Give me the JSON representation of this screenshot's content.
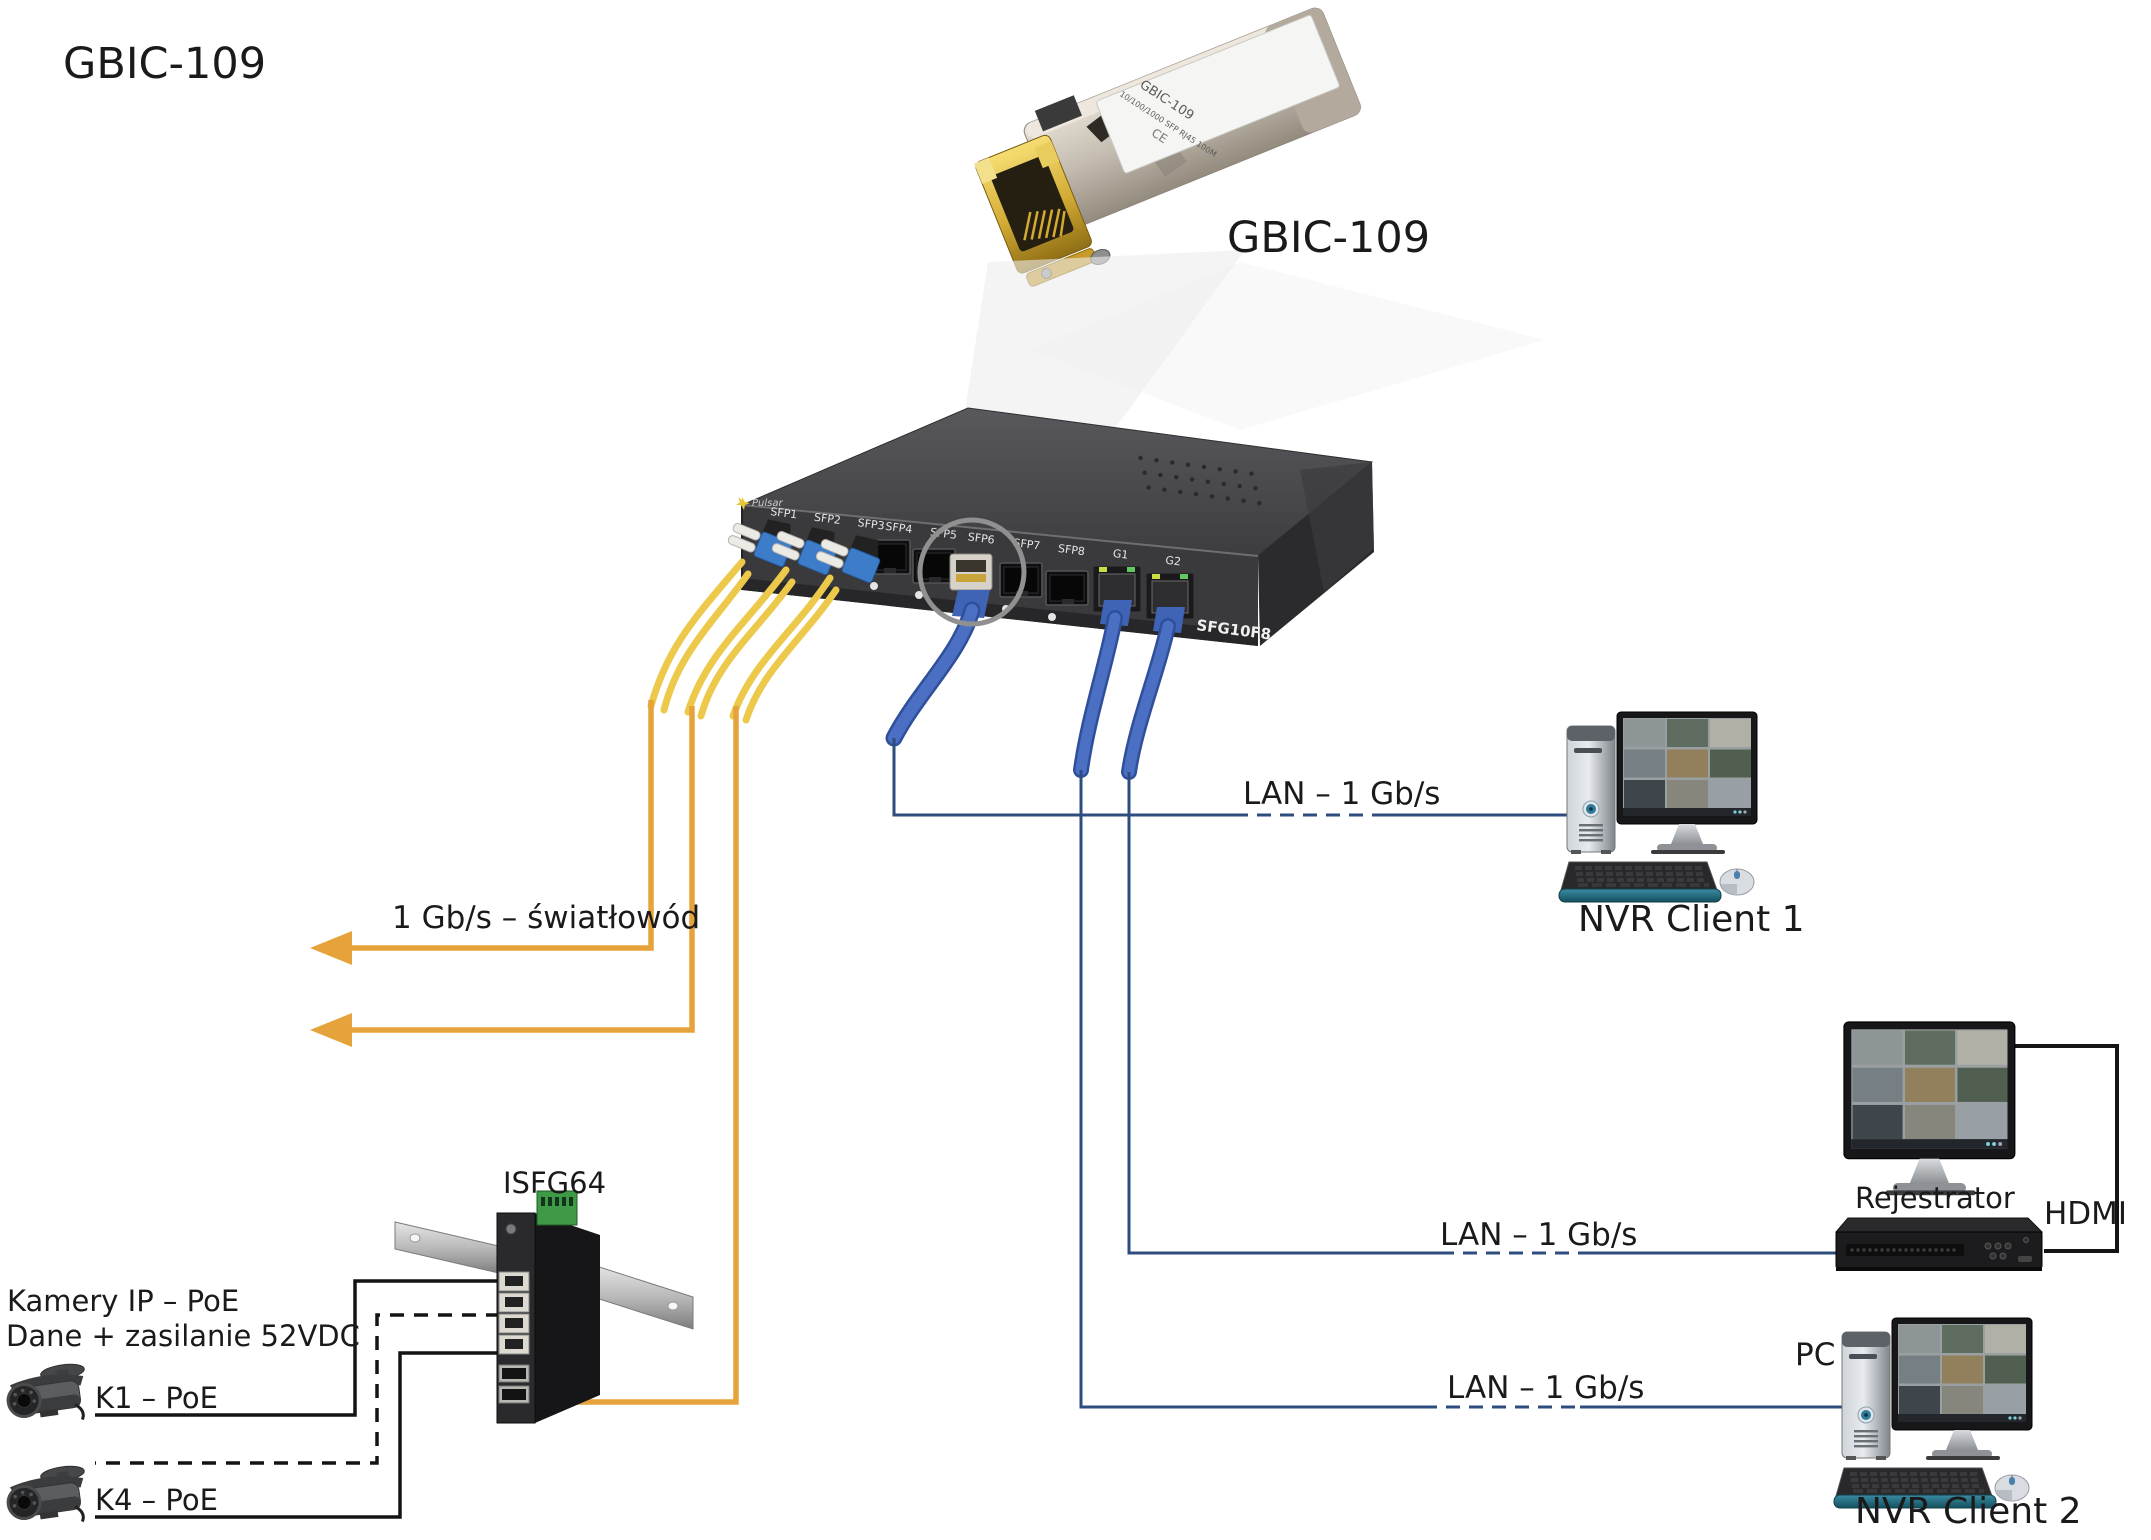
{
  "title": "GBIC-109",
  "module": {
    "callout": "GBIC-109",
    "print_line1": "GBIC-109",
    "print_line2": "10/100/1000 SFP RJ45 100M",
    "print_ce": "CE"
  },
  "main_switch": {
    "brand": "Pulsar",
    "model": "SFG10F8",
    "sfp_ports": [
      "SFP1",
      "SFP2",
      "SFP3",
      "SFP4",
      "SFP5",
      "SFP6",
      "SFP7",
      "SFP8"
    ],
    "lan_ports": [
      "G1",
      "G2"
    ]
  },
  "labels": {
    "fiber": "1 Gb/s – światłowód",
    "lan1": "LAN – 1 Gb/s",
    "lan2": "LAN – 1 Gb/s",
    "lan3": "LAN – 1 Gb/s",
    "hdmi": "HDMI",
    "pc": "PC"
  },
  "devices": {
    "nvr_client1": "NVR Client 1",
    "rejestrator": "Rejestrator",
    "nvr_client2": "NVR Client 2",
    "poe_switch": "ISFG64"
  },
  "cameras": {
    "heading1": "Kamery IP – PoE",
    "heading2": "Dane + zasilanie 52VDC",
    "k1": "K1 – PoE",
    "k4": "K4 – PoE"
  },
  "colors": {
    "fiber_yellow": "#EDC94B",
    "fiber_route_orange": "#E7A33B",
    "lan_navy": "#2E4C7D",
    "line_black": "#141414",
    "cable_blue": "#4A6FC3"
  }
}
